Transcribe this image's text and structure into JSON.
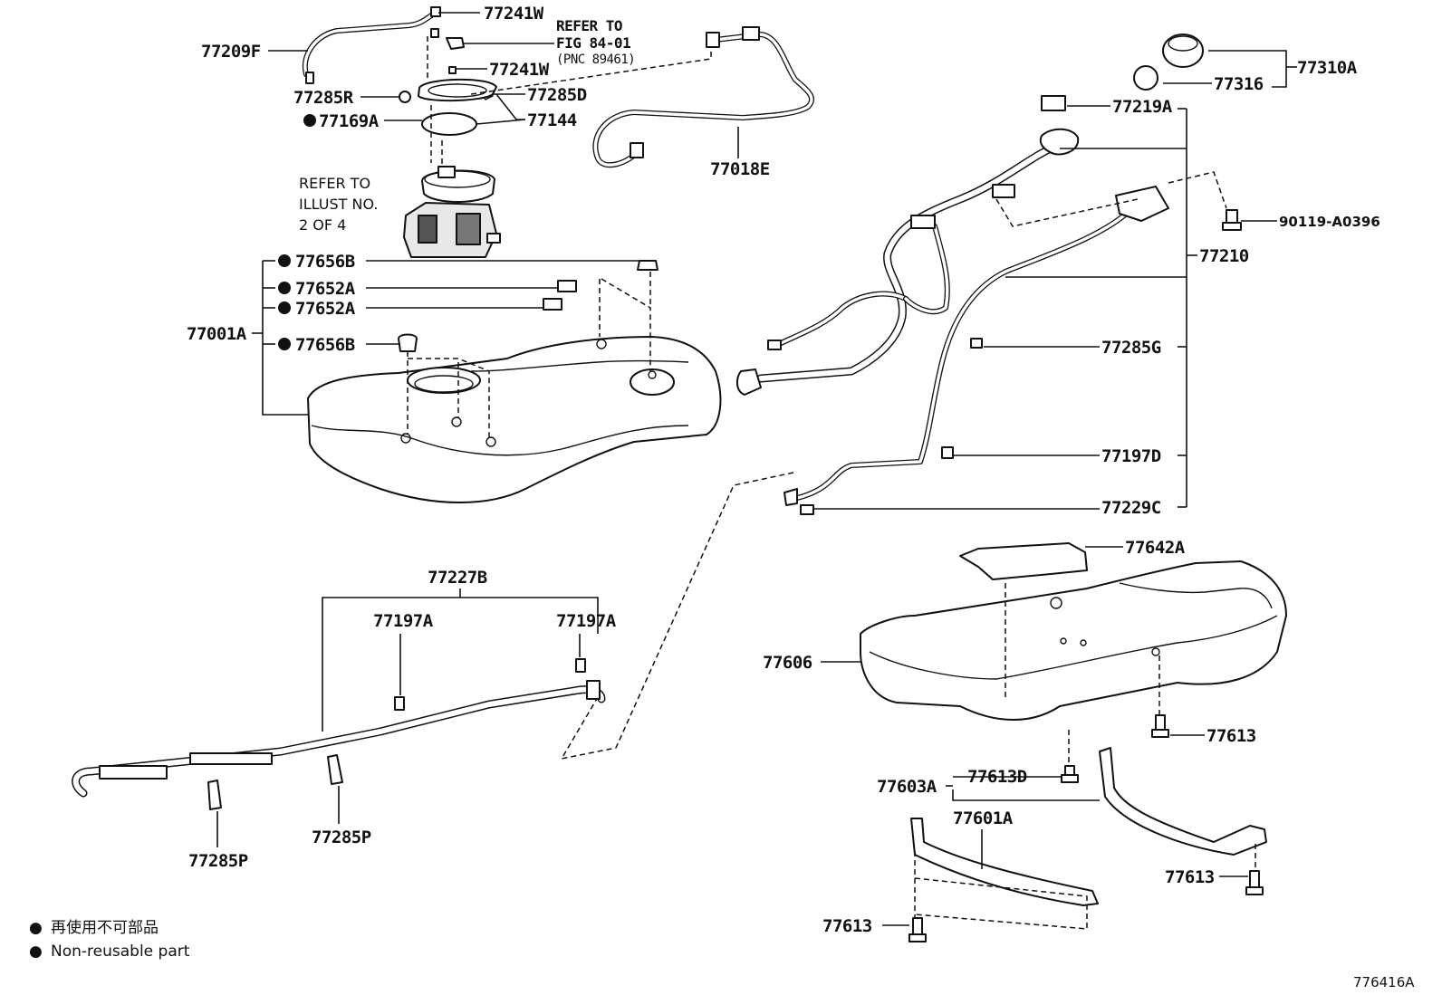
{
  "labels": {
    "p77241w_a": "77241W",
    "p77241w_b": "77241W",
    "p77209f": "77209F",
    "p77285r": "77285R",
    "p77285d": "77285D",
    "p77169a": "77169A",
    "p77144": "77144",
    "p77018e": "77018E",
    "p77310a": "77310A",
    "p77316": "77316",
    "p77219a": "77219A",
    "p90119": "90119-A0396",
    "p77210": "77210",
    "p77285g": "77285G",
    "p77197d": "77197D",
    "p77229c": "77229C",
    "p77656b_a": "77656B",
    "p77652a_a": "77652A",
    "p77652a_b": "77652A",
    "p77656b_b": "77656B",
    "p77001a": "77001A",
    "p77642a": "77642A",
    "p77606": "77606",
    "p77613_a": "77613",
    "p77603a": "77603A",
    "p77613d": "77613D",
    "p77601a": "77601A",
    "p77613_b": "77613",
    "p77613_c": "77613",
    "p77227b": "77227B",
    "p77197a_a": "77197A",
    "p77197a_b": "77197A",
    "p77285p_a": "77285P",
    "p77285p_b": "77285P"
  },
  "notes": {
    "refer_fig_line1": "REFER TO",
    "refer_fig_line2": "FIG 84-01",
    "refer_fig_line3": "(PNC 89461)",
    "refer_illust_line1": "REFER TO",
    "refer_illust_line2": "ILLUST NO.",
    "refer_illust_line3": "2 OF 4"
  },
  "legend": {
    "symbol": "●",
    "japanese": "再使用不可部品",
    "english": "Non-reusable part"
  },
  "diagram_code": "776416A"
}
